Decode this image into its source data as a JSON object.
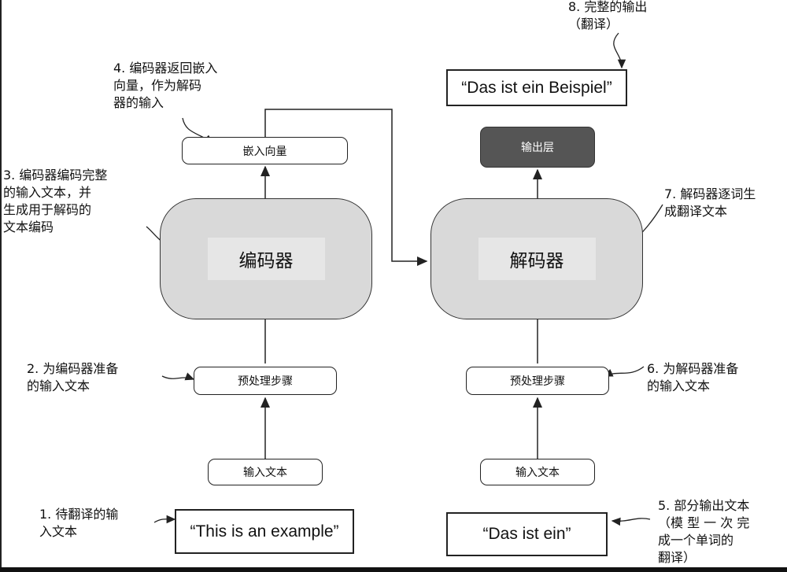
{
  "inputs": {
    "encoder_quote": "“This is an example”",
    "decoder_quote": "“Das ist ein”",
    "output_quote": "“Das ist ein Beispiel”"
  },
  "boxes": {
    "encoder_input_text": "输入文本",
    "decoder_input_text": "输入文本",
    "encoder_preprocess": "预处理步骤",
    "decoder_preprocess": "预处理步骤",
    "encoder": "编码器",
    "decoder": "解码器",
    "embedding": "嵌入向量",
    "output_layer": "输出层"
  },
  "notes": {
    "n1": "1.  待翻译的输\n入文本",
    "n2": "2.  为编码器准备\n的输入文本",
    "n3": "3.  编码器编码完整\n的输入文本，并\n生成用于解码的\n文本编码",
    "n4": "4.  编码器返回嵌入\n向量，作为解码\n器的输入",
    "n5": "5.  部分输出文本\n（模 型 一 次 完\n成一个单词的\n翻译）",
    "n6": "6.  为解码器准备\n的输入文本",
    "n7": "7.  解码器逐词生\n成翻译文本",
    "n8": "8.  完整的输出\n（翻译）"
  },
  "colors": {
    "block_fill": "#d9d9d9",
    "output_layer_fill": "#555555",
    "line": "#222222"
  }
}
